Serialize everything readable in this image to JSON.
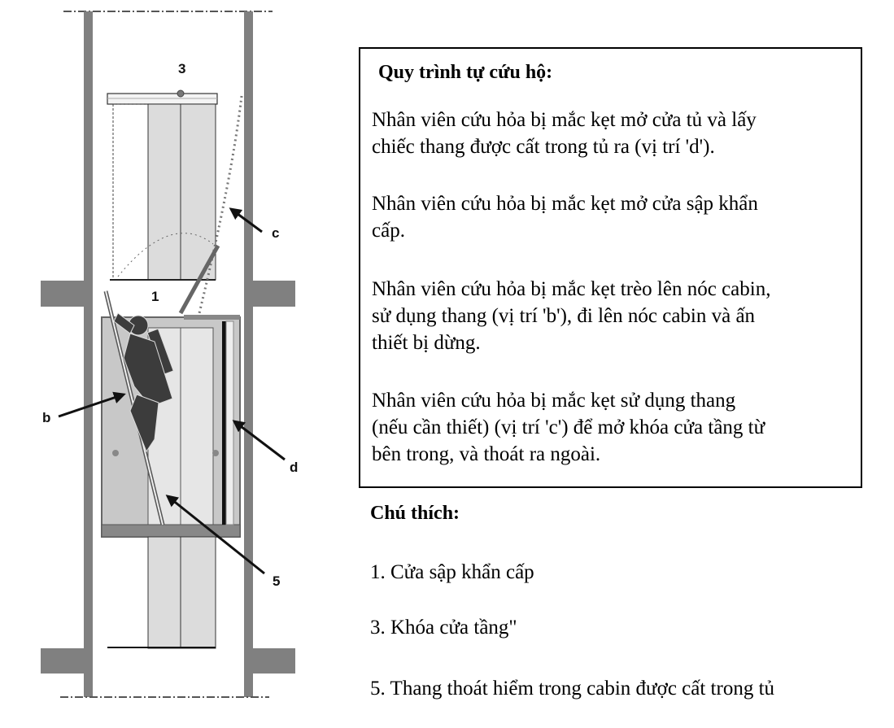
{
  "diagram": {
    "labels": {
      "lock": "3",
      "hatch": "1",
      "ladder_c": "c",
      "ladder_b": "b",
      "cabinet_d": "d",
      "ladder_5": "5"
    }
  },
  "steps": {
    "title": "Quy trình tự cứu hộ:",
    "paragraphs": [
      {
        "lines": [
          "Nhân viên cứu hỏa bị mắc kẹt mở cửa tủ và lấy",
          "chiếc thang được cất trong tủ ra (vị trí 'd')."
        ]
      },
      {
        "lines": [
          "Nhân viên cứu hỏa bị mắc kẹt mở cửa sập khẩn",
          "cấp."
        ]
      },
      {
        "lines": [
          "Nhân viên cứu hỏa bị mắc kẹt trèo lên nóc cabin,",
          "sử dụng thang (vị trí 'b'), đi lên nóc cabin và ấn",
          "thiết bị dừng."
        ]
      },
      {
        "lines": [
          "Nhân viên cứu hỏa bị mắc kẹt sử dụng thang",
          "(nếu cần thiết) (vị trí 'c') để mở khóa cửa tầng từ",
          "bên trong, và thoát ra ngoài."
        ]
      }
    ]
  },
  "legend": {
    "title": "Chú thích:",
    "items": [
      "1. Cửa sập khẩn cấp",
      "3. Khóa cửa tầng\"",
      "5. Thang thoát hiểm trong cabin được cất trong tủ"
    ]
  },
  "colors": {
    "wall": "#808080",
    "door": "#dcdcdc",
    "cabin": "#c8c8c8",
    "figure": "#3c3c3c"
  }
}
